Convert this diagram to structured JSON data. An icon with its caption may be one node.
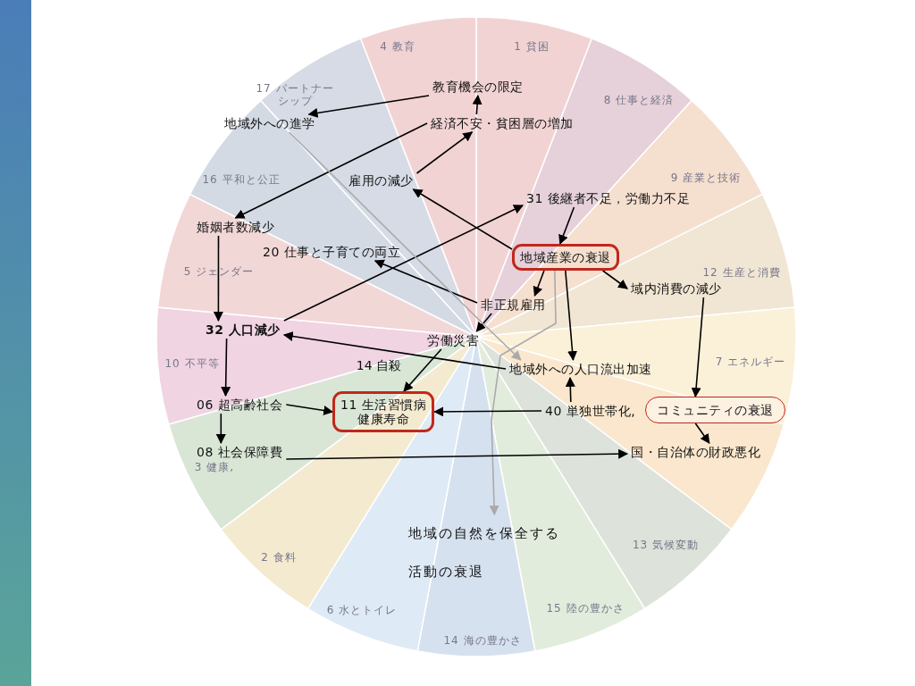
{
  "diagram": {
    "nodes": [
      {
        "text": [
          "教育機会の限定"
        ]
      },
      {
        "text": [
          "地域外への進学"
        ]
      },
      {
        "text": [
          "経済不安・貧困層の増加"
        ]
      },
      {
        "text": [
          "雇用の減少"
        ]
      },
      {
        "text": [
          "31 後継者不足，労働力不足"
        ]
      },
      {
        "text": [
          "婚姻者数減少"
        ]
      },
      {
        "text": [
          "地域産業の衰退"
        ]
      },
      {
        "text": [
          "20 仕事と子育ての両立"
        ]
      },
      {
        "text": [
          "非正規雇用"
        ]
      },
      {
        "text": [
          "域内消費の減少"
        ]
      },
      {
        "text": [
          "32 人口減少"
        ]
      },
      {
        "text": [
          "労働災害"
        ]
      },
      {
        "text": [
          "地域外への人口流出加速"
        ]
      },
      {
        "text": [
          "06 超高齢社会"
        ]
      },
      {
        "text": [
          "11 生活習慣病",
          "健康寿命"
        ]
      },
      {
        "text": [
          "40 単独世帯化,"
        ]
      },
      {
        "text": [
          "コミュニティの衰退"
        ]
      },
      {
        "text": [
          "08 社会保障費"
        ]
      },
      {
        "text": [
          "国・自治体の財政悪化"
        ]
      },
      {
        "text": [
          "地域の自然を保全する活動の衰退"
        ]
      },
      {
        "text": [],
        "shape": "bar"
      }
    ],
    "edges": [
      {
        "from": 2,
        "to": 0,
        "arrow": "to"
      },
      {
        "from": 0,
        "to": 1,
        "arrow": "to"
      },
      {
        "from": 2,
        "to": 5,
        "arrow": "to"
      },
      {
        "from": 3,
        "to": 2,
        "arrow": "to"
      },
      {
        "from": 6,
        "to": 3,
        "arrow": "to"
      },
      {
        "from": 10,
        "to": 4,
        "arrow": "to"
      },
      {
        "from": 4,
        "to": 6,
        "arrow": "to"
      },
      {
        "from": 5,
        "to": 10,
        "arrow": "to"
      },
      {
        "from": 6,
        "to": 8,
        "arrow": "to"
      },
      {
        "from": 6,
        "to": 12,
        "arrow": "to"
      },
      {
        "from": 6,
        "to": 9,
        "arrow": "to"
      },
      {
        "from": 8,
        "to": 7,
        "arrow": "to"
      },
      {
        "from": 8,
        "to": 11,
        "arrow": "to"
      },
      {
        "from": 6,
        "to": 19,
        "arrow": "to",
        "color": "#aaaaaa"
      },
      {
        "from": 1,
        "to": 12,
        "arrow": "to",
        "color": "#aaaaaa"
      },
      {
        "from": 12,
        "to": 10,
        "arrow": "to"
      },
      {
        "from": 11,
        "to": 14,
        "arrow": "to"
      },
      {
        "from": 13,
        "to": 14,
        "arrow": "to"
      },
      {
        "from": 10,
        "to": 13,
        "arrow": "to"
      },
      {
        "from": 13,
        "to": 17,
        "arrow": "to"
      },
      {
        "from": 15,
        "to": 14,
        "arrow": "to"
      },
      {
        "from": 15,
        "to": 12,
        "arrow": "to"
      },
      {
        "from": 9,
        "to": 16,
        "arrow": "to"
      },
      {
        "from": 16,
        "to": 18,
        "arrow": "to"
      },
      {
        "from": 17,
        "to": 18,
        "arrow": "to"
      }
    ],
    "labels": [
      "4 教育",
      "1 貧困",
      "17 パートナーシップ",
      "8 仕事と経済",
      "16 平和と公正",
      "9 産業と技術",
      "5 ジェンダー",
      "12 生産と消費",
      "10 不平等",
      "14 自殺",
      "7 エネルギー",
      "3 健康,",
      "2 食料",
      "13 気候変動",
      "6 水とトイレ",
      "15 陸の豊かさ",
      "14 海の豊かさ"
    ]
  }
}
